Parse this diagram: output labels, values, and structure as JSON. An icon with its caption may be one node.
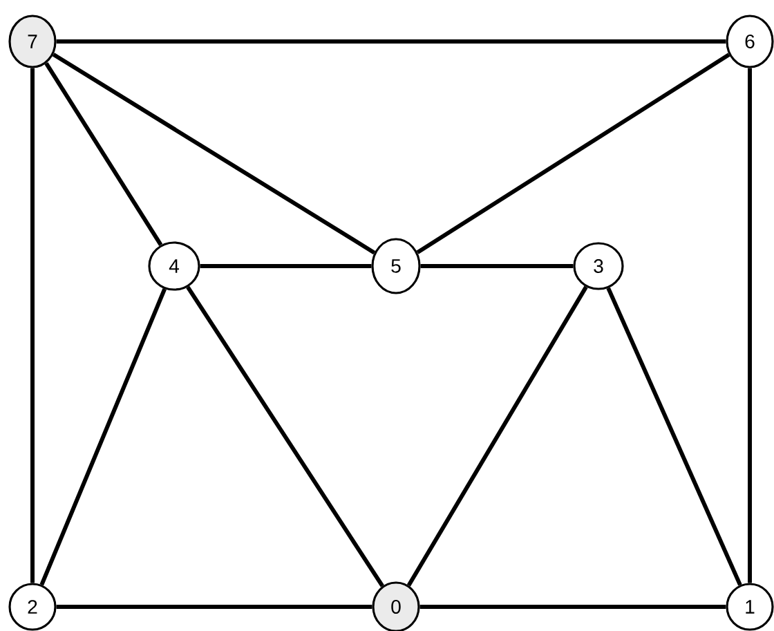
{
  "diagram": {
    "nodes": [
      {
        "text": [
          "0"
        ]
      },
      {
        "text": [
          "1"
        ]
      },
      {
        "text": [
          "2"
        ]
      },
      {
        "text": [
          "3"
        ]
      },
      {
        "text": [
          "4"
        ]
      },
      {
        "text": [
          "5"
        ]
      },
      {
        "text": [
          "6"
        ]
      },
      {
        "text": [
          "7"
        ]
      }
    ],
    "edges": [
      {
        "from": 7,
        "to": 6,
        "arrow": "none"
      },
      {
        "from": 7,
        "to": 5,
        "arrow": "none"
      },
      {
        "from": 7,
        "to": 4,
        "arrow": "none"
      },
      {
        "from": 7,
        "to": 2,
        "arrow": "none"
      },
      {
        "from": 6,
        "to": 5,
        "arrow": "none"
      },
      {
        "from": 6,
        "to": 1,
        "arrow": "none"
      },
      {
        "from": 4,
        "to": 5,
        "arrow": "none"
      },
      {
        "from": 5,
        "to": 3,
        "arrow": "none"
      },
      {
        "from": 4,
        "to": 2,
        "arrow": "none"
      },
      {
        "from": 4,
        "to": 0,
        "arrow": "none"
      },
      {
        "from": 3,
        "to": 0,
        "arrow": "none"
      },
      {
        "from": 3,
        "to": 1,
        "arrow": "none"
      },
      {
        "from": 2,
        "to": 0,
        "arrow": "none"
      },
      {
        "from": 0,
        "to": 1,
        "arrow": "none"
      }
    ]
  }
}
